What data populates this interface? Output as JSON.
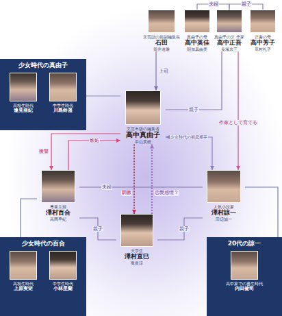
{
  "diagram": {
    "nodes": [
      {
        "text": [
          "文芸誌の前副編集長",
          "石田",
          "筒井道隆"
        ]
      },
      {
        "text": [
          "真由子の母",
          "高中英佳",
          "朝加真由美"
        ]
      },
      {
        "text": [
          "真由子の父 作家",
          "高中正吾",
          "長塚京三"
        ]
      },
      {
        "text": [
          "正吾の母",
          "高中芳子",
          "草村礼子"
        ]
      },
      {
        "text": [
          "少女時代の真由子"
        ]
      },
      {
        "text": [
          "高校生時代",
          "逢見亜紀"
        ],
        "in": 4
      },
      {
        "text": [
          "中学生時代",
          "川島鈴遥"
        ],
        "in": 4
      },
      {
        "text": [
          "文芸出版の編集者",
          "高中真由子",
          "中山美穂"
        ]
      },
      {
        "text": [
          "専業主婦",
          "澤村百合",
          "高岡早紀"
        ]
      },
      {
        "text": [
          "人気小説家",
          "澤村諒一",
          "田辺誠一"
        ]
      },
      {
        "text": [
          "大学生",
          "澤村直巳",
          "竜星涼"
        ]
      },
      {
        "text": [
          "少女時代の百合"
        ]
      },
      {
        "text": [
          "高校生時代",
          "上原実矩"
        ],
        "in": 11
      },
      {
        "text": [
          "中学生時代",
          "小林星蘭"
        ],
        "in": 11
      },
      {
        "text": [
          "20代の諒一"
        ]
      },
      {
        "text": [
          "高中家での書生時代",
          "内田健司"
        ],
        "in": 14
      }
    ],
    "edges": [
      {
        "from": 0,
        "to": 7,
        "arrow": "to",
        "label": "上司"
      },
      {
        "from": 1,
        "to": 2,
        "arrow": "none",
        "label": "夫婦"
      },
      {
        "from": 2,
        "to": 3,
        "arrow": "none",
        "label": "親子"
      },
      {
        "from": 2,
        "to": 7,
        "arrow": "none",
        "label": "親子"
      },
      {
        "from": 2,
        "to": 9,
        "arrow": "to",
        "label": "作家として育てる"
      },
      {
        "from": 4,
        "to": 7,
        "arrow": "none"
      },
      {
        "from": 7,
        "to": 8,
        "arrow": "to",
        "label": "復讐"
      },
      {
        "from": 8,
        "to": 7,
        "arrow": "to",
        "label": "嫉妬"
      },
      {
        "from": 7,
        "to": 9,
        "arrow": "both",
        "label": "少女時代の初恋相手"
      },
      {
        "from": 8,
        "to": 9,
        "arrow": "none",
        "label": "夫婦"
      },
      {
        "from": 7,
        "to": 10,
        "arrow": "to",
        "label": "調教"
      },
      {
        "from": 10,
        "to": 7,
        "arrow": "to",
        "label": "恋愛感情？"
      },
      {
        "from": 8,
        "to": 10,
        "arrow": "none",
        "label": "親子"
      },
      {
        "from": 9,
        "to": 10,
        "arrow": "none",
        "label": "親子"
      },
      {
        "from": 11,
        "to": 8,
        "arrow": "none"
      },
      {
        "from": 14,
        "to": 9,
        "arrow": "none"
      }
    ]
  }
}
